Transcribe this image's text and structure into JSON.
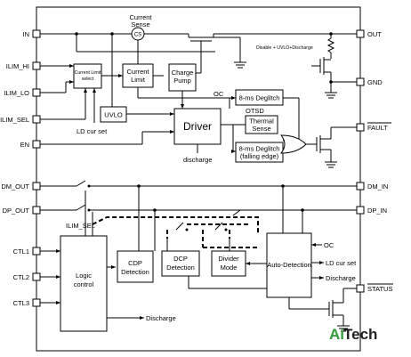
{
  "pins_left": {
    "in": "IN",
    "ilim_hi": "ILIM_HI",
    "ilim_lo": "ILIM_LO",
    "ilim_sel": "ILIM_SEL",
    "en": "EN",
    "dm_out": "DM_OUT",
    "dp_out": "DP_OUT",
    "ctl1": "CTL1",
    "ctl2": "CTL2",
    "ctl3": "CTL3"
  },
  "pins_right": {
    "out": "OUT",
    "gnd": "GND",
    "fault": "FAULT",
    "dm_in": "DM_IN",
    "dp_in": "DP_IN",
    "status": "STATUS"
  },
  "blocks": {
    "current_sense_line1": "Current",
    "current_sense_line2": "Sense",
    "cs": "CS",
    "current_limit_select_line1": "Current Limit",
    "current_limit_select_line2": "select",
    "current_limit_line1": "Current",
    "current_limit_line2": "Limit",
    "charge_pump_line1": "Charge",
    "charge_pump_line2": "Pump",
    "uvlo": "UVLO",
    "driver": "Driver",
    "deglitch_8ms": "8-ms Deglitch",
    "thermal_sense_line1": "Thermal",
    "thermal_sense_line2": "Sense",
    "deglitch_fall_line1": "8-ms Deglitch",
    "deglitch_fall_line2": "(falling edge)",
    "logic_control_line1": "Logic",
    "logic_control_line2": "control",
    "cdp_detection_line1": "CDP",
    "cdp_detection_line2": "Detection",
    "dcp_detection_line1": "DCP",
    "dcp_detection_line2": "Detection",
    "divider_mode_line1": "Divider",
    "divider_mode_line2": "Mode",
    "auto_detection": "Auto-Detection"
  },
  "labels": {
    "disable_uvlo_discharge": "Disable + UVLO+Discharge",
    "oc": "OC",
    "otsd": "OTSD",
    "ld_cur_set": "LD cur set",
    "discharge": "discharge",
    "ilim_sel": "ILIM_SEL",
    "oc_auto": "OC",
    "ld_cur_set_auto": "LD cur set",
    "discharge_auto": "Discharge",
    "discharge_logic": "Discharge"
  },
  "logo": {
    "part1": "Ai",
    "part2": "Tech"
  },
  "colors": {
    "logo_green": "#2f9b3a",
    "line": "#000000"
  }
}
